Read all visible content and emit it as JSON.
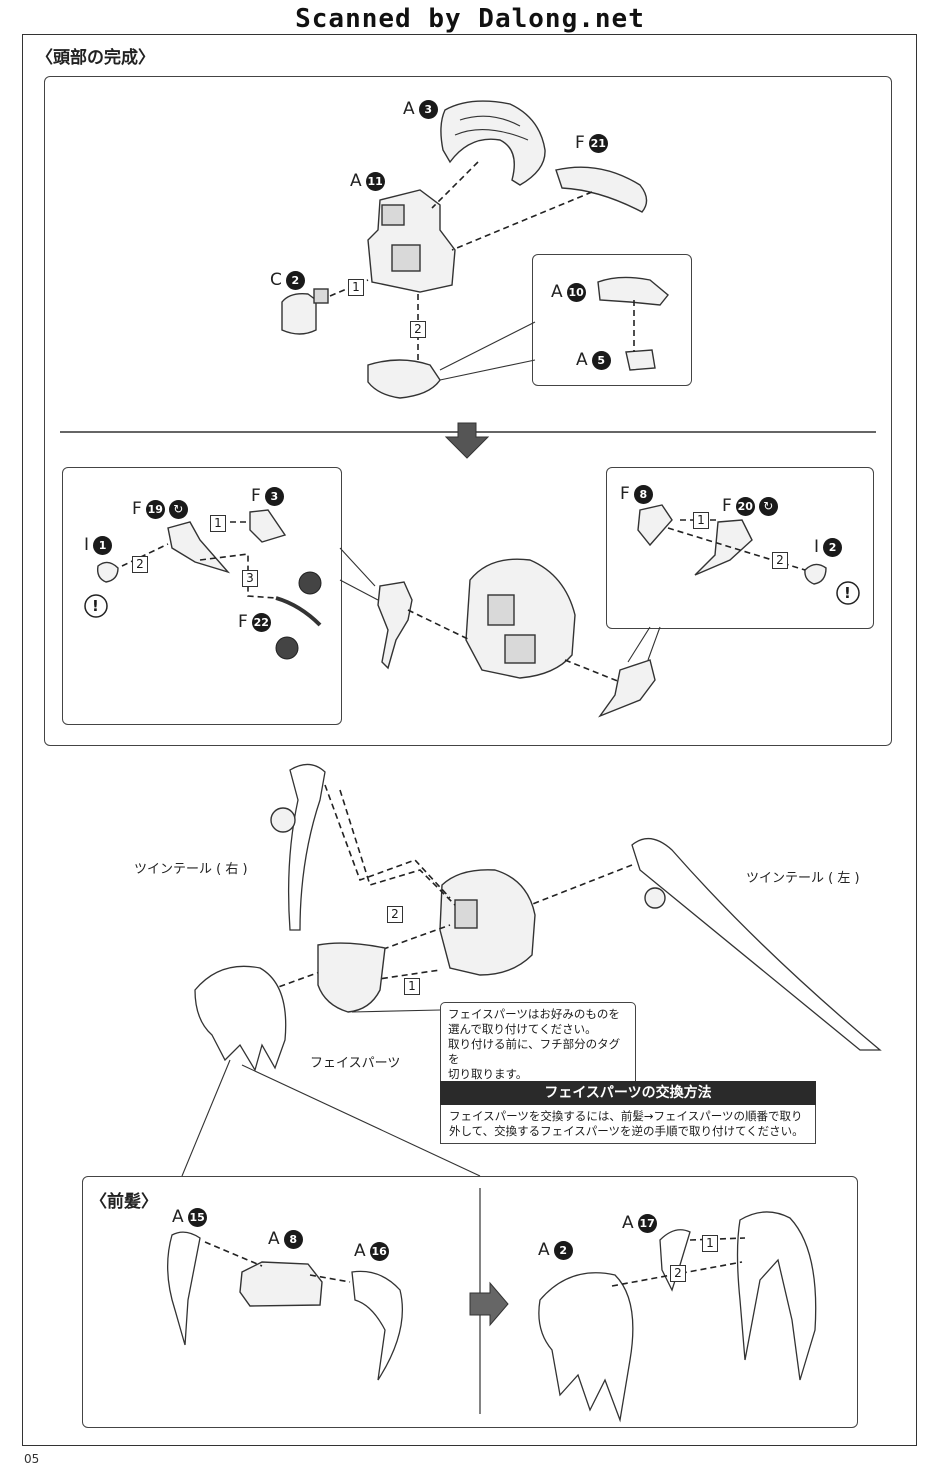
{
  "watermark": "Scanned by Dalong.net",
  "page_number": "05",
  "sections": {
    "head_completion": "〈頭部の完成〉",
    "bangs": "〈前髪〉"
  },
  "labels": {
    "a3": {
      "letter": "A",
      "num": "3"
    },
    "a11": {
      "letter": "A",
      "num": "11"
    },
    "f21": {
      "letter": "F",
      "num": "21"
    },
    "c2": {
      "letter": "C",
      "num": "2"
    },
    "a10": {
      "letter": "A",
      "num": "10"
    },
    "a5": {
      "letter": "A",
      "num": "5"
    },
    "f19": {
      "letter": "F",
      "num": "19"
    },
    "f3": {
      "letter": "F",
      "num": "3"
    },
    "i1": {
      "letter": "I",
      "num": "1"
    },
    "f22": {
      "letter": "F",
      "num": "22"
    },
    "f8": {
      "letter": "F",
      "num": "8"
    },
    "f20": {
      "letter": "F",
      "num": "20"
    },
    "i2": {
      "letter": "I",
      "num": "2"
    },
    "a15": {
      "letter": "A",
      "num": "15"
    },
    "a8": {
      "letter": "A",
      "num": "8"
    },
    "a16": {
      "letter": "A",
      "num": "16"
    },
    "a17": {
      "letter": "A",
      "num": "17"
    },
    "a2": {
      "letter": "A",
      "num": "2"
    }
  },
  "steps": {
    "s1": "1",
    "s2": "2",
    "s3": "3"
  },
  "warning_mark": "!",
  "captions": {
    "twintail_right": "ツインテール ( 右 )",
    "twintail_left": "ツインテール ( 左 )",
    "face_parts": "フェイスパーツ"
  },
  "face_note": {
    "line1": "フェイスパーツはお好みのものを",
    "line2": "選んで取り付けてください。",
    "line3": "取り付ける前に、フチ部分のタグを",
    "line4": "切り取ります。"
  },
  "exchange": {
    "title": "フェイスパーツの交換方法",
    "line1": "フェイスパーツを交換するには、前髪→フェイスパーツの順番で取り",
    "line2": "外して、交換するフェイスパーツを逆の手順で取り付けてください。"
  }
}
